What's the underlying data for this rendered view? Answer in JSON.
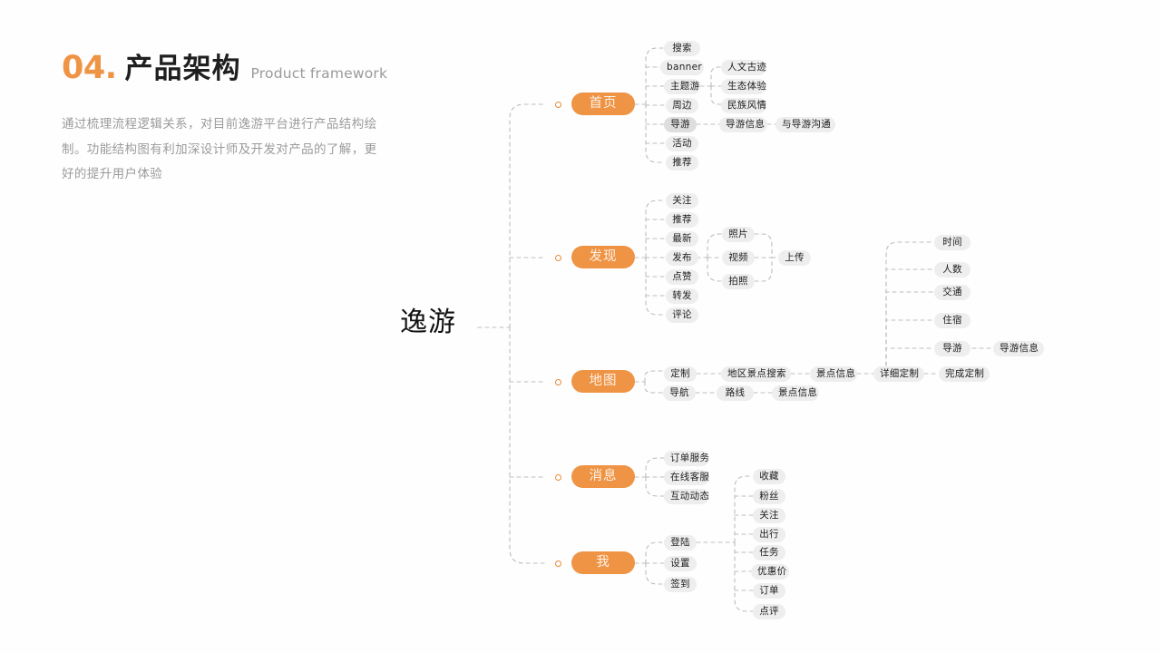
{
  "header": {
    "number": "04.",
    "title": "产品架构",
    "subtitle": "Product framework",
    "description": "通过梳理流程逻辑关系，对目前逸游平台进行产品结构绘制。功能结构图有利加深设计师及开发对产品的了解，更好的提升用户体验"
  },
  "colors": {
    "accent": "#ef9344",
    "accent_ring": "#e98a38",
    "chip_bg": "#eeeeee",
    "chip_bg_dark": "#dedede",
    "chip_text": "#1c1c1c",
    "title_text": "#1f1f1f",
    "body_text": "#9b9b9b",
    "wire": "#bdbdbd",
    "background": "#fefefe"
  },
  "diagram": {
    "root": "逸游",
    "branches": [
      {
        "label": "首页",
        "children": [
          "搜索",
          "banner",
          "主题游",
          "周边",
          "导游",
          "活动",
          "推荐"
        ],
        "sub": {
          "主题游": [
            "人文古迹",
            "生态体验",
            "民族风情"
          ],
          "导游": [
            "导游信息"
          ],
          "导游信息": [
            "与导游沟通"
          ]
        }
      },
      {
        "label": "发现",
        "children": [
          "关注",
          "推荐",
          "最新",
          "发布",
          "点赞",
          "转发",
          "评论"
        ],
        "sub": {
          "发布": [
            "照片",
            "视频",
            "拍照"
          ],
          "照片/视频/拍照": [
            "上传"
          ]
        }
      },
      {
        "label": "地图",
        "children": [
          "定制",
          "导航"
        ],
        "sub": {
          "定制": [
            "地区景点搜索"
          ],
          "地区景点搜索": [
            "景点信息"
          ],
          "景点信息": [
            "详细定制"
          ],
          "详细定制": [
            "完成定制",
            "时间",
            "人数",
            "交通",
            "住宿",
            "导游"
          ],
          "导游": [
            "导游信息"
          ],
          "导航": [
            "路线"
          ],
          "路线": [
            "景点信息"
          ]
        }
      },
      {
        "label": "消息",
        "children": [
          "订单服务",
          "在线客服",
          "互动动态"
        ],
        "sub": {}
      },
      {
        "label": "我",
        "children": [
          "登陆",
          "设置",
          "签到"
        ],
        "sub": {
          "登陆": [
            "收藏",
            "粉丝",
            "关注",
            "出行",
            "任务",
            "优惠价",
            "订单",
            "点评"
          ]
        }
      }
    ],
    "nodes": {
      "b1_search": "搜索",
      "b1_banner": "banner",
      "b1_theme": "主题游",
      "b1_nearby": "周边",
      "b1_guide": "导游",
      "b1_activity": "活动",
      "b1_recommend": "推荐",
      "b1_culture": "人文古迹",
      "b1_eco": "生态体验",
      "b1_ethnic": "民族风情",
      "b1_guideinfo": "导游信息",
      "b1_guidechat": "与导游沟通",
      "b2_follow": "关注",
      "b2_recommend": "推荐",
      "b2_latest": "最新",
      "b2_publish": "发布",
      "b2_like": "点赞",
      "b2_repost": "转发",
      "b2_comment": "评论",
      "b2_photo": "照片",
      "b2_video": "视频",
      "b2_camera": "拍照",
      "b2_upload": "上传",
      "b3_custom": "定制",
      "b3_nav": "导航",
      "b3_areasearch": "地区景点搜索",
      "b3_spotinfo1": "景点信息",
      "b3_detailcustom": "详细定制",
      "b3_finishcustom": "完成定制",
      "b3_route": "路线",
      "b3_spotinfo2": "景点信息",
      "b3_time": "时间",
      "b3_people": "人数",
      "b3_traffic": "交通",
      "b3_stay": "住宿",
      "b3_guide": "导游",
      "b3_guideinfo": "导游信息",
      "b4_orderservice": "订单服务",
      "b4_onlinecs": "在线客服",
      "b4_interaction": "互动动态",
      "b5_login": "登陆",
      "b5_settings": "设置",
      "b5_checkin": "签到",
      "b5_collect": "收藏",
      "b5_fans": "粉丝",
      "b5_follow": "关注",
      "b5_travel": "出行",
      "b5_task": "任务",
      "b5_discount": "优惠价",
      "b5_order": "订单",
      "b5_review": "点评"
    },
    "branch_labels": {
      "home": "首页",
      "discover": "发现",
      "map": "地图",
      "message": "消息",
      "me": "我"
    }
  }
}
